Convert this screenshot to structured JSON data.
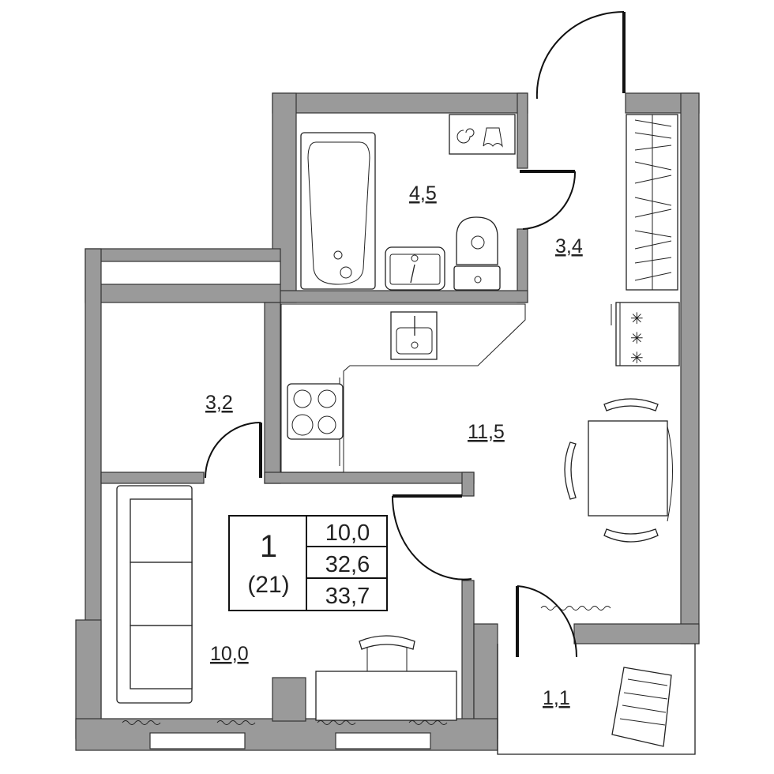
{
  "rooms": [
    {
      "name": "bathroom",
      "area": "4,5"
    },
    {
      "name": "hall",
      "area": "3,4"
    },
    {
      "name": "closet",
      "area": "3,2"
    },
    {
      "name": "kitchen",
      "area": "11,5"
    },
    {
      "name": "living-room",
      "area": "10,0"
    },
    {
      "name": "balcony",
      "area": "1,1"
    }
  ],
  "summary": {
    "room_count": "1",
    "unit_number": "(21)",
    "living_area": "10,0",
    "total_area": "32,6",
    "total_area_with_balcony": "33,7"
  },
  "colors": {
    "wall": "#9a9a9a",
    "line": "#222222"
  }
}
